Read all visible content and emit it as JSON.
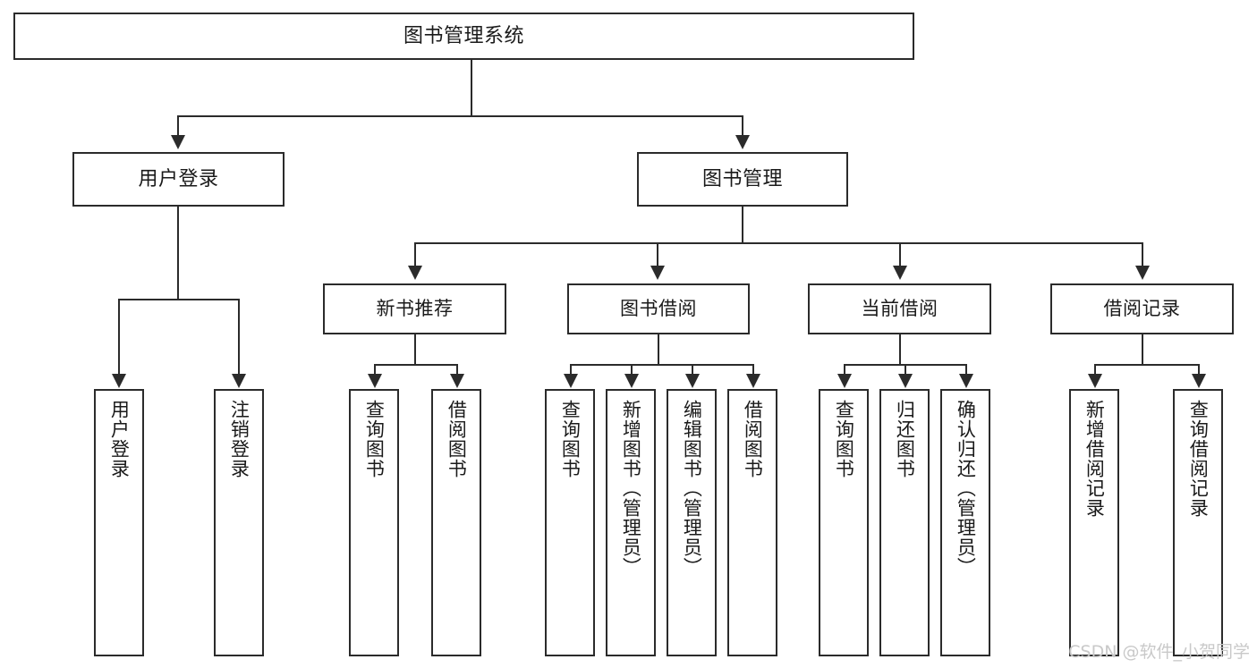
{
  "diagram": {
    "type": "tree",
    "title": "图书管理系统",
    "root": {
      "id": "root",
      "label": "图书管理系统"
    },
    "level1": [
      {
        "id": "user-login",
        "label": "用户登录"
      },
      {
        "id": "book-management",
        "label": "图书管理"
      }
    ],
    "level2": [
      {
        "id": "new-book-recommend",
        "label": "新书推荐",
        "parent": "book-management"
      },
      {
        "id": "book-borrow",
        "label": "图书借阅",
        "parent": "book-management"
      },
      {
        "id": "current-borrow",
        "label": "当前借阅",
        "parent": "book-management"
      },
      {
        "id": "borrow-record",
        "label": "借阅记录",
        "parent": "book-management"
      }
    ],
    "leaves": [
      {
        "id": "leaf-user-login",
        "label": "用户登录",
        "parent": "user-login"
      },
      {
        "id": "leaf-logout",
        "label": "注销登录",
        "parent": "user-login"
      },
      {
        "id": "leaf-query-book-1",
        "label": "查询图书",
        "parent": "new-book-recommend"
      },
      {
        "id": "leaf-borrow-book-1",
        "label": "借阅图书",
        "parent": "new-book-recommend"
      },
      {
        "id": "leaf-query-book-2",
        "label": "查询图书",
        "parent": "book-borrow"
      },
      {
        "id": "leaf-add-book",
        "label": "新增图书（管理员）",
        "parent": "book-borrow"
      },
      {
        "id": "leaf-edit-book",
        "label": "编辑图书（管理员）",
        "parent": "book-borrow"
      },
      {
        "id": "leaf-borrow-book-2",
        "label": "借阅图书",
        "parent": "book-borrow"
      },
      {
        "id": "leaf-query-book-3",
        "label": "查询图书",
        "parent": "current-borrow"
      },
      {
        "id": "leaf-return-book",
        "label": "归还图书",
        "parent": "current-borrow"
      },
      {
        "id": "leaf-confirm-return",
        "label": "确认归还（管理员）",
        "parent": "current-borrow"
      },
      {
        "id": "leaf-add-record",
        "label": "新增借阅记录",
        "parent": "borrow-record"
      },
      {
        "id": "leaf-query-record",
        "label": "查询借阅记录",
        "parent": "borrow-record"
      }
    ],
    "colors": {
      "stroke": "#2b2b2b",
      "text": "#1a1a1a",
      "background": "#ffffff",
      "watermark": "#c9c9c9"
    }
  },
  "watermark": {
    "text": "CSDN @软件_小贺同学"
  }
}
